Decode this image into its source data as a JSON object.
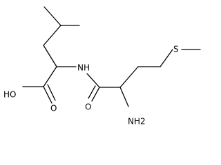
{
  "molecule": {
    "atoms": {
      "hydroxyl": "HO",
      "amide_nitrogen": "NH",
      "thioether_sulfur": "S",
      "carboxyl_oxygen": "O",
      "amide_oxygen": "O",
      "amine": "NH2"
    }
  }
}
